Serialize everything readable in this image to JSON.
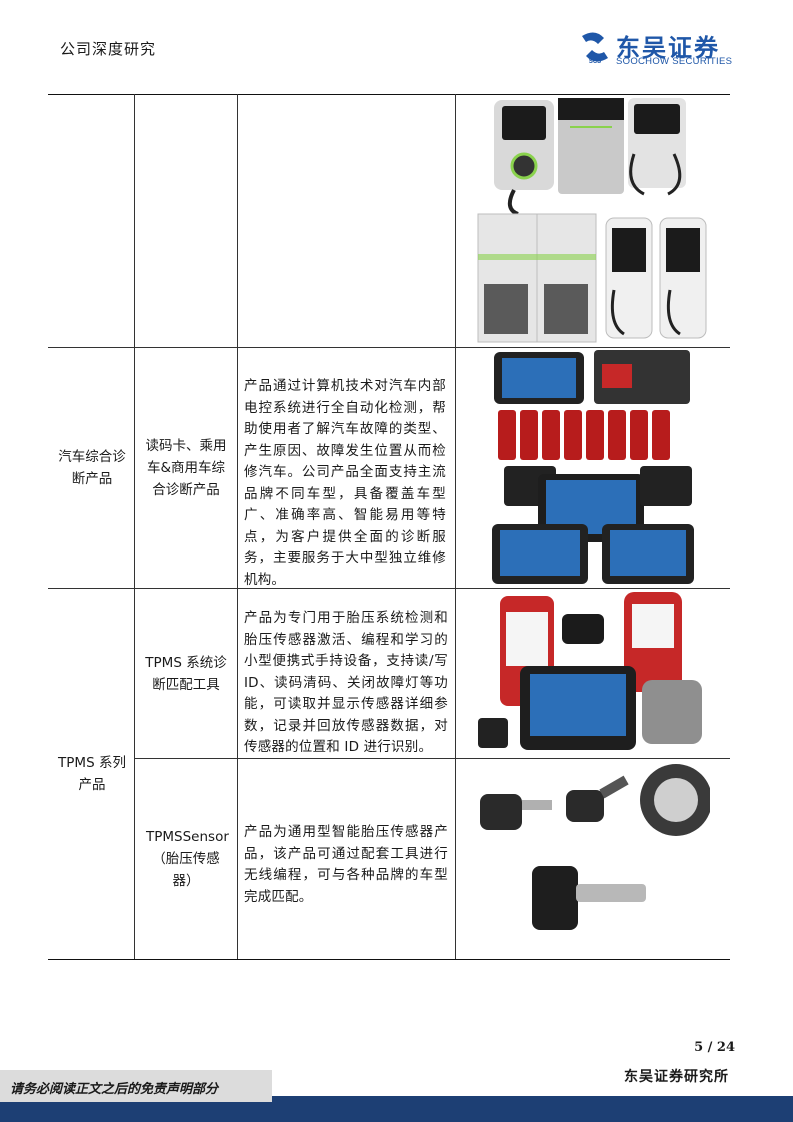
{
  "header": {
    "report_type": "公司深度研究",
    "logo_cn": "东吴证券",
    "logo_en": "SOOCHOW SECURITIES"
  },
  "table": {
    "rows": [
      {
        "category": "",
        "product": "",
        "description": "",
        "image_icon": "ev-charger-products-image"
      },
      {
        "category": "汽车综合诊断产品",
        "product": "读码卡、乘用车&商用车综合诊断产品",
        "description": "产品通过计算机技术对汽车内部电控系统进行全自动化检测，帮助使用者了解汽车故障的类型、产生原因、故障发生位置从而检修汽车。公司产品全面支持主流品牌不同车型，具备覆盖车型广、准确率高、智能易用等特点，为客户提供全面的诊断服务，主要服务于大中型独立维修机构。",
        "image_icon": "diagnostic-tablets-image"
      },
      {
        "category": "TPMS 系列产品",
        "product": "TPMS 系统诊断匹配工具",
        "description": "产品为专门用于胎压系统检测和胎压传感器激活、编程和学习的小型便携式手持设备，支持读/写ID、读码清码、关闭故障灯等功能，可读取并显示传感器详细参数，记录并回放传感器数据，对传感器的位置和 ID 进行识别。",
        "image_icon": "tpms-tools-image"
      },
      {
        "category": "",
        "product": "TPMSSensor（胎压传感器）",
        "description": "产品为通用型智能胎压传感器产品，该产品可通过配套工具进行无线编程，可与各种品牌的车型完成匹配。",
        "image_icon": "tpms-sensors-image"
      }
    ]
  },
  "footer": {
    "page_number": "5 / 24",
    "notice": "请务必阅读正文之后的免责声明部分",
    "institute": "东吴证券研究所"
  },
  "colors": {
    "brand_blue": "#1f57a8",
    "footer_navy": "#1d3f74",
    "notice_gray": "#dcdcdc"
  }
}
